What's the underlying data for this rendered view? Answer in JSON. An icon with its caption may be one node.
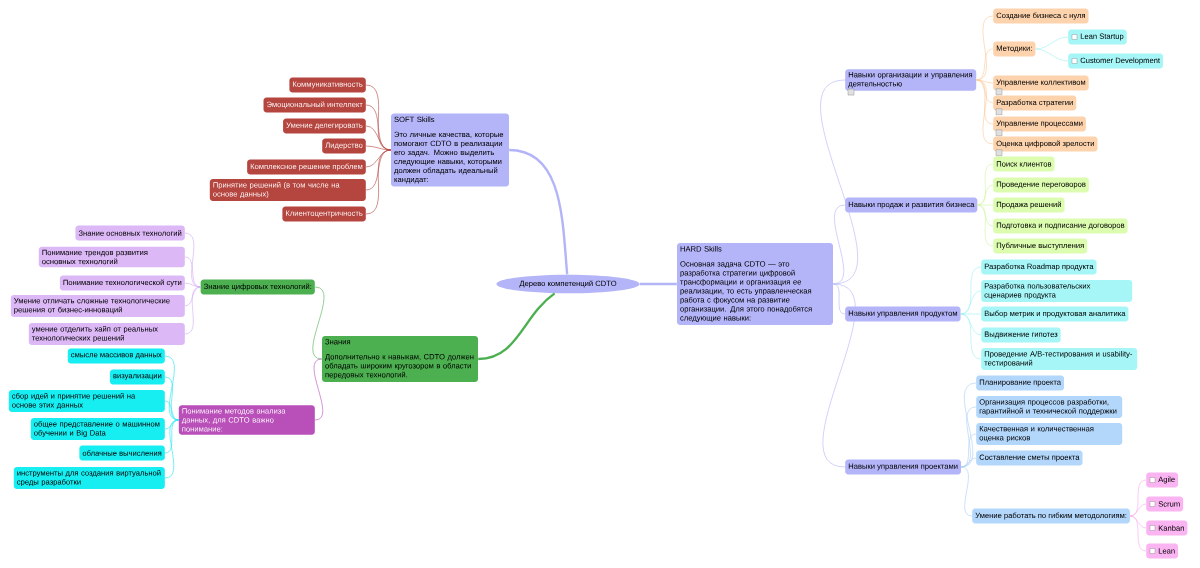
{
  "diagram": {
    "nodes": [
      {
        "text": [
          "Дерево компетенций CDTO"
        ]
      },
      {
        "text": [
          "SOFT Skills",
          "Это личные качества, которые помогают CDTO в реализации его задач. Можно выделить следующие навыки, которыми должен обладать идеальный кандидат:"
        ]
      },
      {
        "text": [
          "Коммуникативность"
        ]
      },
      {
        "text": [
          "Эмоциональный интеллект"
        ]
      },
      {
        "text": [
          "Умение делегировать"
        ]
      },
      {
        "text": [
          "Лидерство"
        ]
      },
      {
        "text": [
          "Комплексное решение проблем"
        ]
      },
      {
        "text": [
          "Принятие решений (в том числе на основе данных)"
        ]
      },
      {
        "text": [
          "Клиентоцентричность"
        ]
      },
      {
        "text": [
          "Знания",
          "Дополнительно к навыкам, CDTO должен обладать широким кругозором в области передовых технологий."
        ]
      },
      {
        "text": [
          "Знание цифровых технологий:"
        ]
      },
      {
        "text": [
          "Знание основных технологий"
        ]
      },
      {
        "text": [
          "Понимание трендов развития основных технологий"
        ]
      },
      {
        "text": [
          "Понимание технологической сути"
        ]
      },
      {
        "text": [
          "Умение отличать сложные технологические решения от бизнес-инноваций"
        ]
      },
      {
        "text": [
          "умение отделить хайп от реальных технологических решений"
        ]
      },
      {
        "text": [
          "Понимание методов анализа данных, для CDTO важно понимание:"
        ]
      },
      {
        "text": [
          "смысле массивов данных"
        ]
      },
      {
        "text": [
          "визуализации"
        ]
      },
      {
        "text": [
          "сбор идей и принятие решений на основе этих данных"
        ]
      },
      {
        "text": [
          "общее представление о машинном обучении и Big Data"
        ]
      },
      {
        "text": [
          "облачные вычисления"
        ]
      },
      {
        "text": [
          "инструменты для создания виртуальной среды разработки"
        ]
      },
      {
        "text": [
          "HARD Skills",
          "Основная задача CDTO — это разработка стратегии цифровой трансформации и организация ее реализации, то есть управленческая работа с фокусом на развитие организации. Для этого понадобятся следующие навыки:"
        ]
      },
      {
        "text": [
          "Навыки организации и управления деятельностью"
        ]
      },
      {
        "text": [
          "Создание бизнеса с нуля"
        ]
      },
      {
        "text": [
          "Методики:"
        ]
      },
      {
        "text": [
          "Lean Startup"
        ]
      },
      {
        "text": [
          "Customer Development"
        ]
      },
      {
        "text": [
          "Управление коллективом"
        ]
      },
      {
        "text": [
          "Разработка стратегии"
        ]
      },
      {
        "text": [
          "Управление процессами"
        ]
      },
      {
        "text": [
          "Оценка цифровой зрелости"
        ]
      },
      {
        "text": [
          "Навыки продаж и развития бизнеса"
        ]
      },
      {
        "text": [
          "Поиск клиентов"
        ]
      },
      {
        "text": [
          "Проведение переговоров"
        ]
      },
      {
        "text": [
          "Продажа решений"
        ]
      },
      {
        "text": [
          "Подготовка и подписание договоров"
        ]
      },
      {
        "text": [
          "Публичные выступления"
        ]
      },
      {
        "text": [
          "Навыки управления продуктом"
        ]
      },
      {
        "text": [
          "Разработка Roadmap продукта"
        ]
      },
      {
        "text": [
          "Разработка пользовательских сценариев продукта"
        ]
      },
      {
        "text": [
          "Выбор метрик и продуктовая аналитика"
        ]
      },
      {
        "text": [
          "Выдвижение гипотез"
        ]
      },
      {
        "text": [
          "Проведение A/B-тестирования и usability-тестирований"
        ]
      },
      {
        "text": [
          "Навыки управления проектами"
        ]
      },
      {
        "text": [
          "Планирование проекта"
        ]
      },
      {
        "text": [
          "Организация процессов разработки, гарантийной и технической поддержки"
        ]
      },
      {
        "text": [
          "Качественная и количественная оценка рисков"
        ]
      },
      {
        "text": [
          "Составление сметы проекта"
        ]
      },
      {
        "text": [
          "Умение работать по гибким методологиям:"
        ]
      },
      {
        "text": [
          "Agile"
        ]
      },
      {
        "text": [
          "Scrum"
        ]
      },
      {
        "text": [
          "Kanban"
        ]
      },
      {
        "text": [
          "Lean"
        ]
      }
    ],
    "edges": [
      {
        "from": 0,
        "to": 1,
        "arrow": "none",
        "style": "thick",
        "color": "#b4b4f8"
      },
      {
        "from": 0,
        "to": 9,
        "arrow": "none",
        "style": "thick",
        "color": "#4cb050"
      },
      {
        "from": 0,
        "to": 23,
        "arrow": "none",
        "style": "thick",
        "color": "#b4b4f8"
      },
      {
        "from": 1,
        "to": 2,
        "arrow": "none",
        "color": "#b5453f"
      },
      {
        "from": 1,
        "to": 3,
        "arrow": "none",
        "color": "#b5453f"
      },
      {
        "from": 1,
        "to": 4,
        "arrow": "none",
        "color": "#b5453f"
      },
      {
        "from": 1,
        "to": 5,
        "arrow": "none",
        "color": "#b5453f"
      },
      {
        "from": 1,
        "to": 6,
        "arrow": "none",
        "color": "#b5453f"
      },
      {
        "from": 1,
        "to": 7,
        "arrow": "none",
        "color": "#b5453f"
      },
      {
        "from": 1,
        "to": 8,
        "arrow": "none",
        "color": "#b5453f"
      },
      {
        "from": 9,
        "to": 10,
        "arrow": "none",
        "color": "#4cb050"
      },
      {
        "from": 9,
        "to": 16,
        "arrow": "none",
        "color": "#b94fb9"
      },
      {
        "from": 10,
        "to": 11,
        "arrow": "none",
        "color": "#d4a8f5"
      },
      {
        "from": 10,
        "to": 12,
        "arrow": "none",
        "color": "#d4a8f5"
      },
      {
        "from": 10,
        "to": 13,
        "arrow": "none",
        "color": "#d4a8f5"
      },
      {
        "from": 10,
        "to": 14,
        "arrow": "none",
        "color": "#d4a8f5"
      },
      {
        "from": 10,
        "to": 15,
        "arrow": "none",
        "color": "#d4a8f5"
      },
      {
        "from": 16,
        "to": 17,
        "arrow": "none",
        "color": "#17e6f0"
      },
      {
        "from": 16,
        "to": 18,
        "arrow": "none",
        "color": "#17e6f0"
      },
      {
        "from": 16,
        "to": 19,
        "arrow": "none",
        "color": "#17e6f0"
      },
      {
        "from": 16,
        "to": 20,
        "arrow": "none",
        "color": "#17e6f0"
      },
      {
        "from": 16,
        "to": 21,
        "arrow": "none",
        "color": "#17e6f0"
      },
      {
        "from": 16,
        "to": 22,
        "arrow": "none",
        "color": "#17e6f0"
      },
      {
        "from": 23,
        "to": 24,
        "arrow": "none",
        "color": "#b4b4f8"
      },
      {
        "from": 23,
        "to": 33,
        "arrow": "none",
        "color": "#b4b4f8"
      },
      {
        "from": 23,
        "to": 39,
        "arrow": "none",
        "color": "#b4b4f8"
      },
      {
        "from": 23,
        "to": 45,
        "arrow": "none",
        "color": "#b4b4f8"
      },
      {
        "from": 24,
        "to": 25,
        "arrow": "none",
        "color": "#fcc898"
      },
      {
        "from": 24,
        "to": 26,
        "arrow": "none",
        "color": "#fcc898"
      },
      {
        "from": 26,
        "to": 27,
        "arrow": "none",
        "color": "#9ef0f4"
      },
      {
        "from": 26,
        "to": 28,
        "arrow": "none",
        "color": "#9ef0f4"
      },
      {
        "from": 24,
        "to": 29,
        "arrow": "none",
        "color": "#fcc898"
      },
      {
        "from": 24,
        "to": 30,
        "arrow": "none",
        "color": "#fcc898"
      },
      {
        "from": 24,
        "to": 31,
        "arrow": "none",
        "color": "#fcc898"
      },
      {
        "from": 24,
        "to": 32,
        "arrow": "none",
        "color": "#fcc898"
      },
      {
        "from": 33,
        "to": 34,
        "arrow": "none",
        "color": "#cdf5a0"
      },
      {
        "from": 33,
        "to": 35,
        "arrow": "none",
        "color": "#cdf5a0"
      },
      {
        "from": 33,
        "to": 36,
        "arrow": "none",
        "color": "#cdf5a0"
      },
      {
        "from": 33,
        "to": 37,
        "arrow": "none",
        "color": "#cdf5a0"
      },
      {
        "from": 33,
        "to": 38,
        "arrow": "none",
        "color": "#cdf5a0"
      },
      {
        "from": 39,
        "to": 40,
        "arrow": "none",
        "color": "#9ef0f4"
      },
      {
        "from": 39,
        "to": 41,
        "arrow": "none",
        "color": "#9ef0f4"
      },
      {
        "from": 39,
        "to": 42,
        "arrow": "none",
        "color": "#9ef0f4"
      },
      {
        "from": 39,
        "to": 43,
        "arrow": "none",
        "color": "#9ef0f4"
      },
      {
        "from": 39,
        "to": 44,
        "arrow": "none",
        "color": "#9ef0f4"
      },
      {
        "from": 45,
        "to": 46,
        "arrow": "none",
        "color": "#a8ccf5"
      },
      {
        "from": 45,
        "to": 47,
        "arrow": "none",
        "color": "#a8ccf5"
      },
      {
        "from": 45,
        "to": 48,
        "arrow": "none",
        "color": "#a8ccf5"
      },
      {
        "from": 45,
        "to": 49,
        "arrow": "none",
        "color": "#a8ccf5"
      },
      {
        "from": 45,
        "to": 50,
        "arrow": "none",
        "color": "#a8ccf5"
      },
      {
        "from": 50,
        "to": 51,
        "arrow": "none",
        "color": "#f8a8ee"
      },
      {
        "from": 50,
        "to": 52,
        "arrow": "none",
        "color": "#f8a8ee"
      },
      {
        "from": 50,
        "to": 53,
        "arrow": "none",
        "color": "#f8a8ee"
      },
      {
        "from": 50,
        "to": 54,
        "arrow": "none",
        "color": "#f8a8ee"
      }
    ]
  }
}
